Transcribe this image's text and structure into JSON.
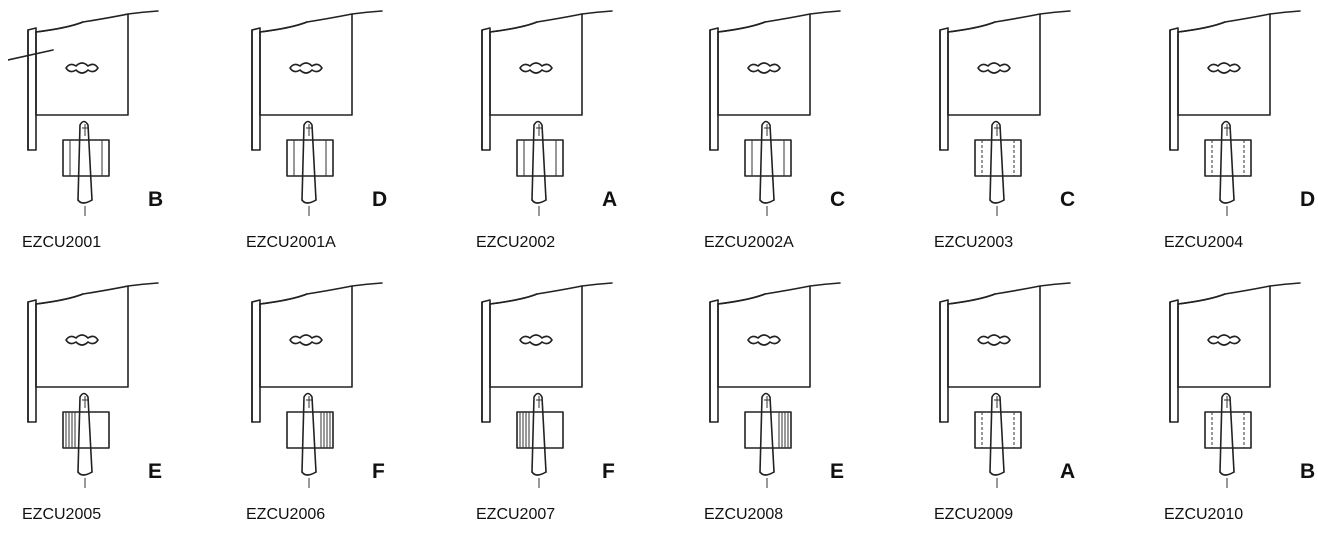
{
  "items": [
    {
      "code": "EZCU2001",
      "letter": "B",
      "insert": "plain",
      "extra_mark": true
    },
    {
      "code": "EZCU2001A",
      "letter": "D",
      "insert": "plain",
      "extra_mark": false
    },
    {
      "code": "EZCU2002",
      "letter": "A",
      "insert": "plain",
      "extra_mark": false
    },
    {
      "code": "EZCU2002A",
      "letter": "C",
      "insert": "plain",
      "extra_mark": false
    },
    {
      "code": "EZCU2003",
      "letter": "C",
      "insert": "dashed",
      "extra_mark": false
    },
    {
      "code": "EZCU2004",
      "letter": "D",
      "insert": "dashed",
      "extra_mark": false
    },
    {
      "code": "EZCU2005",
      "letter": "E",
      "insert": "ridged-left",
      "extra_mark": false
    },
    {
      "code": "EZCU2006",
      "letter": "F",
      "insert": "ridged-right",
      "extra_mark": false
    },
    {
      "code": "EZCU2007",
      "letter": "F",
      "insert": "ridged-left",
      "extra_mark": false
    },
    {
      "code": "EZCU2008",
      "letter": "E",
      "insert": "ridged-right",
      "extra_mark": false
    },
    {
      "code": "EZCU2009",
      "letter": "A",
      "insert": "dashed",
      "extra_mark": false
    },
    {
      "code": "EZCU2010",
      "letter": "B",
      "insert": "dashed",
      "extra_mark": false
    }
  ]
}
